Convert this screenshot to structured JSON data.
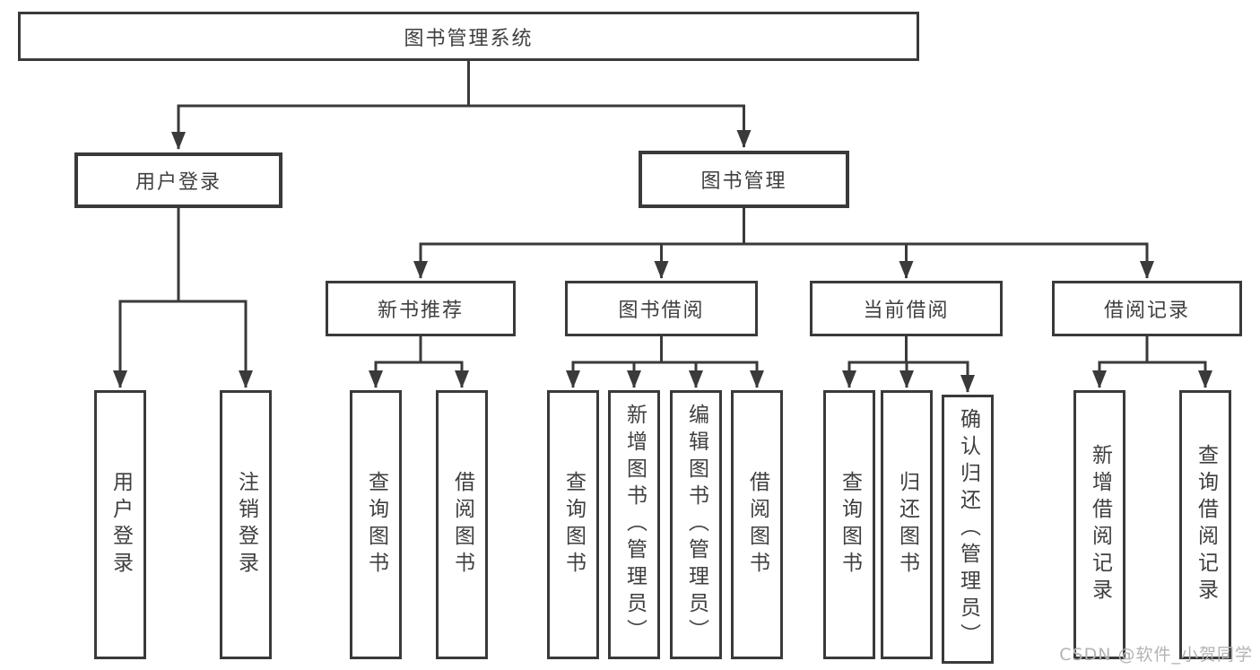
{
  "theme": {
    "line_color": "#3a3a3a",
    "text_color": "#3f3f3f",
    "watermark_color": "#b3b3b3",
    "background": "#ffffff"
  },
  "tree": {
    "root": "图书管理系统",
    "children": [
      {
        "label": "用户登录",
        "children": [
          "用户登录",
          "注销登录"
        ]
      },
      {
        "label": "图书管理",
        "children": [
          {
            "label": "新书推荐",
            "children": [
              "查询图书",
              "借阅图书"
            ]
          },
          {
            "label": "图书借阅",
            "children": [
              "查询图书",
              "新增图书（管理员）",
              "编辑图书（管理员）",
              "借阅图书"
            ]
          },
          {
            "label": "当前借阅",
            "children": [
              "查询图书",
              "归还图书",
              "确认归还（管理员）"
            ]
          },
          {
            "label": "借阅记录",
            "children": [
              "新增借阅记录",
              "查询借阅记录"
            ]
          }
        ]
      }
    ]
  },
  "watermark": {
    "text": "CSDN @软件_小贺同学"
  }
}
